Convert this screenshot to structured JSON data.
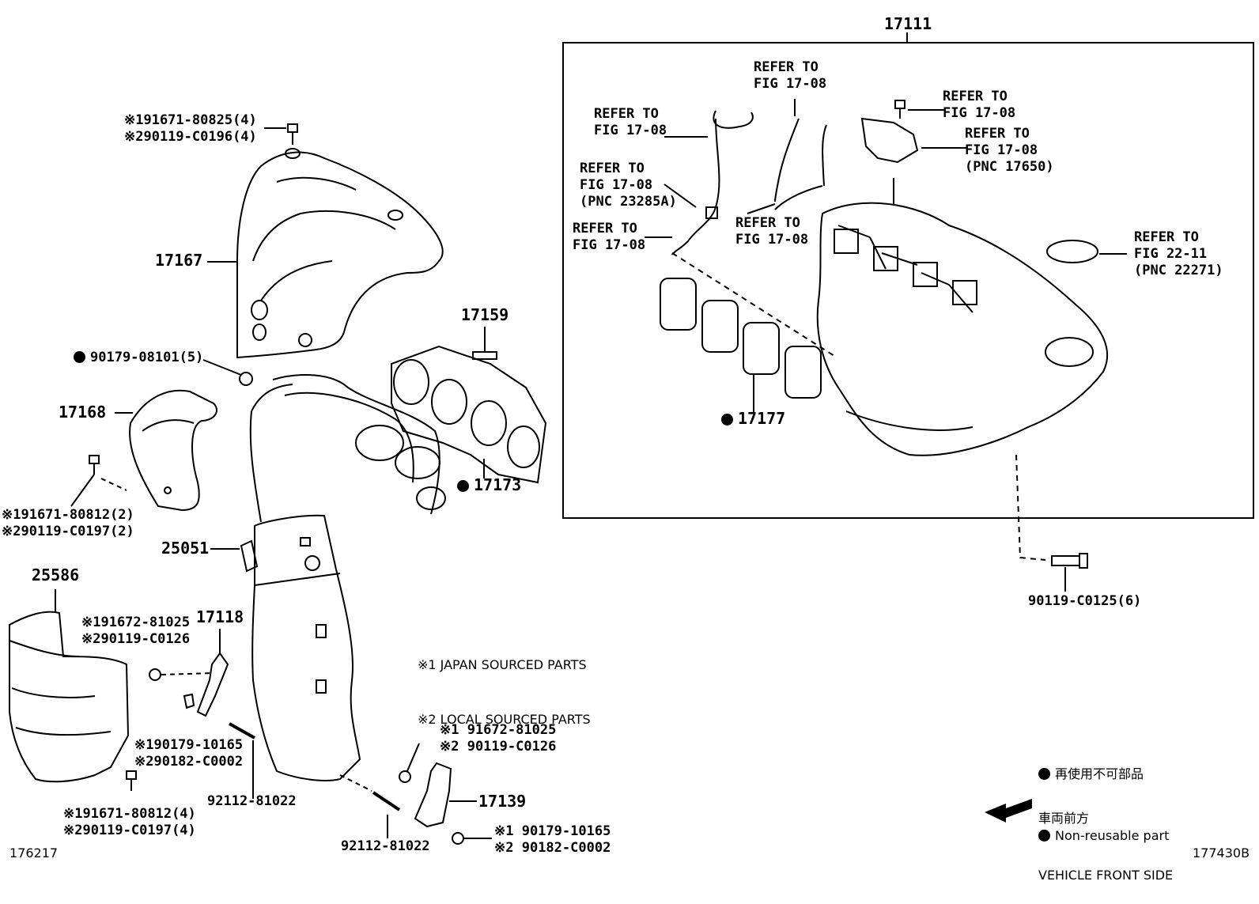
{
  "group_label": "17111",
  "labels": {
    "p17167": "17167",
    "p17168": "17168",
    "p17159": "17159",
    "p17173": "17173",
    "p25051": "25051",
    "p25586": "25586",
    "p17118": "17118",
    "p17139": "17139",
    "p17177": "17177",
    "nut_heat_insulator": "90179-08101(5)",
    "bolt_top_1": "※191671-80825(4)",
    "bolt_top_2": "※290119-C0196(4)",
    "bolt_17168_1": "※191671-80812(2)",
    "bolt_17168_2": "※290119-C0197(2)",
    "bolt_17118_1": "※191672-81025",
    "bolt_17118_2": "※290119-C0126",
    "nut_17118_1": "※190179-10165",
    "nut_17118_2": "※290182-C0002",
    "stud_left": "92112-81022",
    "stud_right": "92112-81022",
    "bolt_25586_1": "※191671-80812(4)",
    "bolt_25586_2": "※290119-C0197(4)",
    "bolt_17139_1": "※1 91672-81025",
    "bolt_17139_2": "※2 90119-C0126",
    "nut_17139_1": "※1 90179-10165",
    "nut_17139_2": "※2 90182-C0002",
    "bolt_manifold": "90119-C0125(6)",
    "refer_a_1": "REFER TO",
    "refer_a_2": "FIG 17-08",
    "refer_b_1": "REFER TO",
    "refer_b_2": "FIG 17-08",
    "refer_b_3": "(PNC 23285A)",
    "refer_c_1": "REFER TO",
    "refer_c_2": "FIG 17-08",
    "refer_d_1": "REFER TO",
    "refer_d_2": "FIG 17-08",
    "refer_e_1": "REFER TO",
    "refer_e_2": "FIG 17-08",
    "refer_f_1": "REFER TO",
    "refer_f_2": "FIG 17-08",
    "refer_g_1": "REFER TO",
    "refer_g_2": "FIG 17-08",
    "refer_g_3": "(PNC 17650)",
    "refer_h_1": "REFER TO",
    "refer_h_2": "FIG 22-11",
    "refer_h_3": "(PNC 22271)"
  },
  "notes": {
    "line1": "※1 JAPAN SOURCED PARTS",
    "line2": "※2 LOCAL SOURCED PARTS"
  },
  "legend": {
    "nonreusable_jp": "再使用不可部品",
    "nonreusable_en": "Non-reusable part",
    "front_jp": "車両前方",
    "front_en": "VEHICLE FRONT SIDE"
  },
  "footer": {
    "left_code": "176217",
    "right_code": "177430B"
  }
}
